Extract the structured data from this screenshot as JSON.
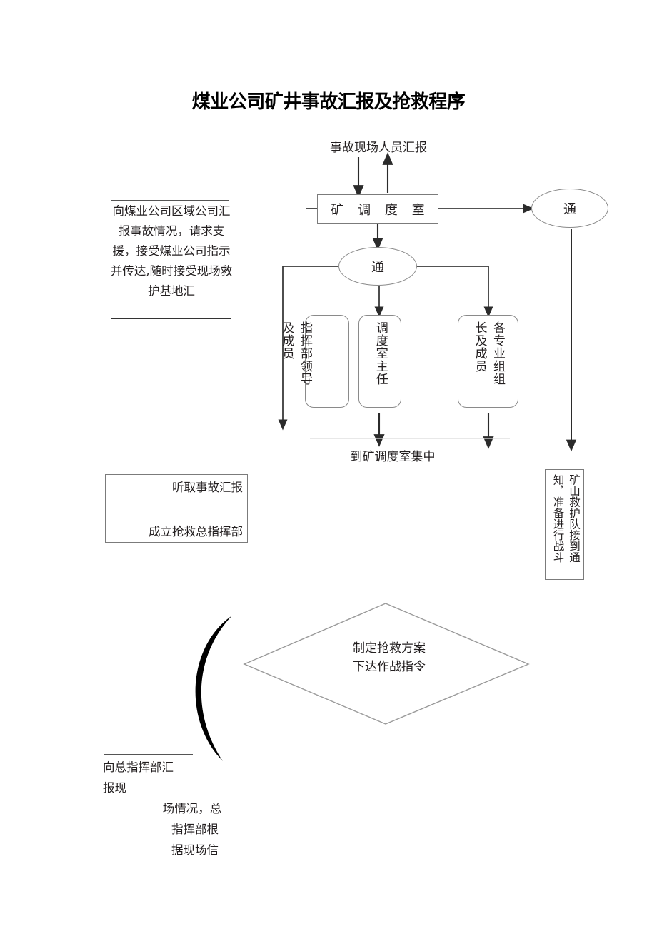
{
  "document": {
    "title": "煤业公司矿井事故汇报及抢救程序"
  },
  "labels": {
    "scene_report": "事故现场人员汇报",
    "gather": "到矿调度室集中"
  },
  "nodes": {
    "mine_dispatch_room": "矿 调 度 室",
    "ellipse_right": "通",
    "ellipse_mid": "通",
    "vbox_1": "指挥部领导\n及成员",
    "vbox_2": "调度室主任",
    "vbox_3": "各专业组组\n长及成员",
    "diamond_line1": "制定抢救方案",
    "diamond_line2": "下达作战指令",
    "rescue_team": "矿山救护队接到通\n知，准备进行战斗"
  },
  "listen_box": {
    "line1": "听取事故汇报",
    "line2": "成立抢救总指挥部"
  },
  "left_note": {
    "text": "向煤业公司区域公司汇报事故情况，请求支援，接受煤业公司指示并传达,随时接受现场救护基地汇"
  },
  "bottom_note": {
    "line1": "向总指挥部汇",
    "line2": "报现",
    "line3": "场情况，总",
    "line4": "指挥部根",
    "line5": "据现场信"
  },
  "style": {
    "line_color": "#3a3a3a",
    "shape_stroke": "#8a8a8a",
    "text_color": "#231f20",
    "arc_color": "#000000",
    "background": "#ffffff"
  }
}
